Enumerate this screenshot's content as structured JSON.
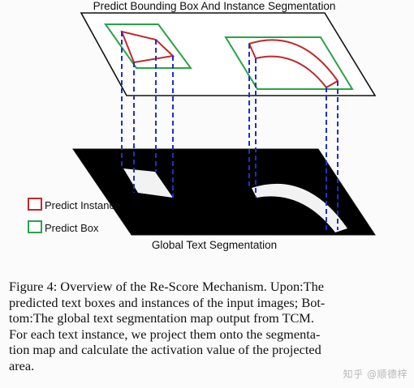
{
  "diagram": {
    "top_title": "Predict Bounding Box And Instance Segmentation",
    "bottom_title": "Global Text Segmentation",
    "legend": [
      {
        "label": "Predict Instance",
        "color": "#c0292e"
      },
      {
        "label": "Predict Box",
        "color": "#2aa24a"
      }
    ],
    "colors": {
      "instance": "#c0292e",
      "box": "#2aa24a",
      "projection": "#1f2fc8",
      "plane_border": "#111111",
      "map_fill": "#000000",
      "segment_fill": "#f2f2f2"
    }
  },
  "caption": {
    "lines": [
      "Figure 4: Overview of the Re-Score Mechanism. Upon:The",
      "predicted text boxes and instances of the input images; Bot-",
      "tom:The global text segmentation map output from TCM.",
      "For each text instance, we project them onto the segmenta-",
      "tion map and calculate the activation value of the projected",
      "area."
    ]
  },
  "watermark": "知乎 @顺德梓"
}
